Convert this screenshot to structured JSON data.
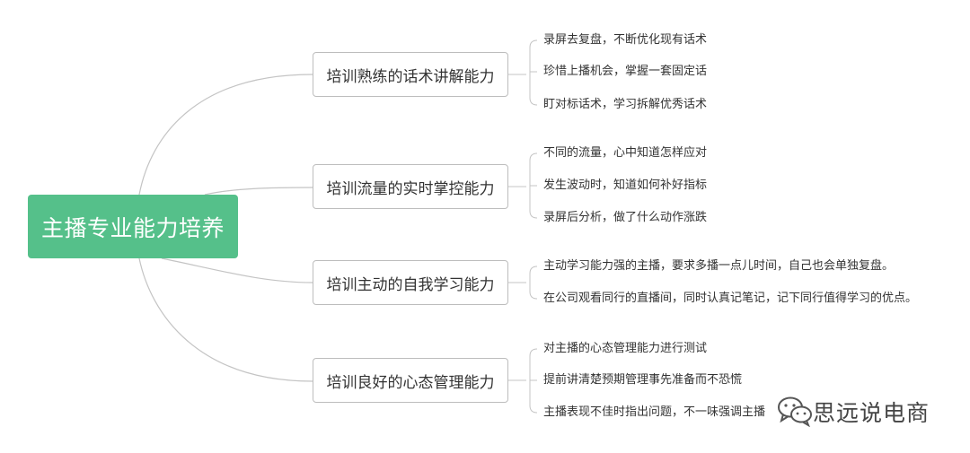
{
  "root": {
    "label": "主播专业能力培养"
  },
  "branches": [
    {
      "label": "培训熟练的话术讲解能力",
      "leaves": [
        "录屏去复盘，不断优化现有话术",
        "珍惜上播机会，掌握一套固定话",
        "盯对标话术，学习拆解优秀话术"
      ]
    },
    {
      "label": "培训流量的实时掌控能力",
      "leaves": [
        "不同的流量，心中知道怎样应对",
        "发生波动时，知道如何补好指标",
        "录屏后分析，做了什么动作涨跌"
      ]
    },
    {
      "label": "培训主动的自我学习能力",
      "leaves": [
        "主动学习能力强的主播，要求多播一点儿时间，自己也会单独复盘。",
        "在公司观看同行的直播间，同时认真记笔记，记下同行值得学习的优点。"
      ]
    },
    {
      "label": "培训良好的心态管理能力",
      "leaves": [
        "对主播的心态管理能力进行测试",
        "提前讲清楚预期管理事先准备而不恐慌",
        "主播表现不佳时指出问题，不一味强调主播"
      ]
    }
  ],
  "watermark": {
    "text": "思远说电商",
    "icon": "wechat-icon"
  },
  "colors": {
    "root_fill": "#55c08a",
    "line": "#bdbdbd"
  }
}
